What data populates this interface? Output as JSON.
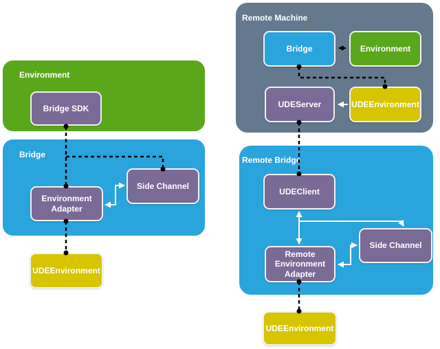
{
  "diagram_type": "software-architecture-block-diagram",
  "colors": {
    "environment_green": "#5aa71c",
    "bridge_blue": "#2aa4dc",
    "component_purple": "#796a96",
    "ude_environment_yellow": "#d6c500",
    "remote_machine_slate": "#64798d",
    "connector_dashed": "#000000",
    "connector_solid": "#ffffff",
    "box_border": "#f2f2f2",
    "label_text": "#ffffff",
    "page_background": "#ffffff"
  },
  "local_diagram": {
    "environment_group_label": "Environment",
    "bridge_sdk_label": "Bridge SDK",
    "bridge_group_label": "Bridge",
    "side_channel_label": "Side Channel",
    "environment_adapter_label": "Environment Adapter",
    "ude_environment_label": "UDEEnvironment"
  },
  "remote_diagram": {
    "remote_machine_group_label": "Remote Machine",
    "bridge_label": "Bridge",
    "environment_label": "Environment",
    "ude_server_label": "UDEServer",
    "ude_environment_machine_label": "UDEEnvironment",
    "remote_bridge_group_label": "Remote Bridge",
    "ude_client_label": "UDEClient",
    "remote_environment_adapter_label": "Remote Environment Adapter",
    "side_channel_label": "Side Channel",
    "ude_environment_bottom_label": "UDEEnvironment"
  }
}
